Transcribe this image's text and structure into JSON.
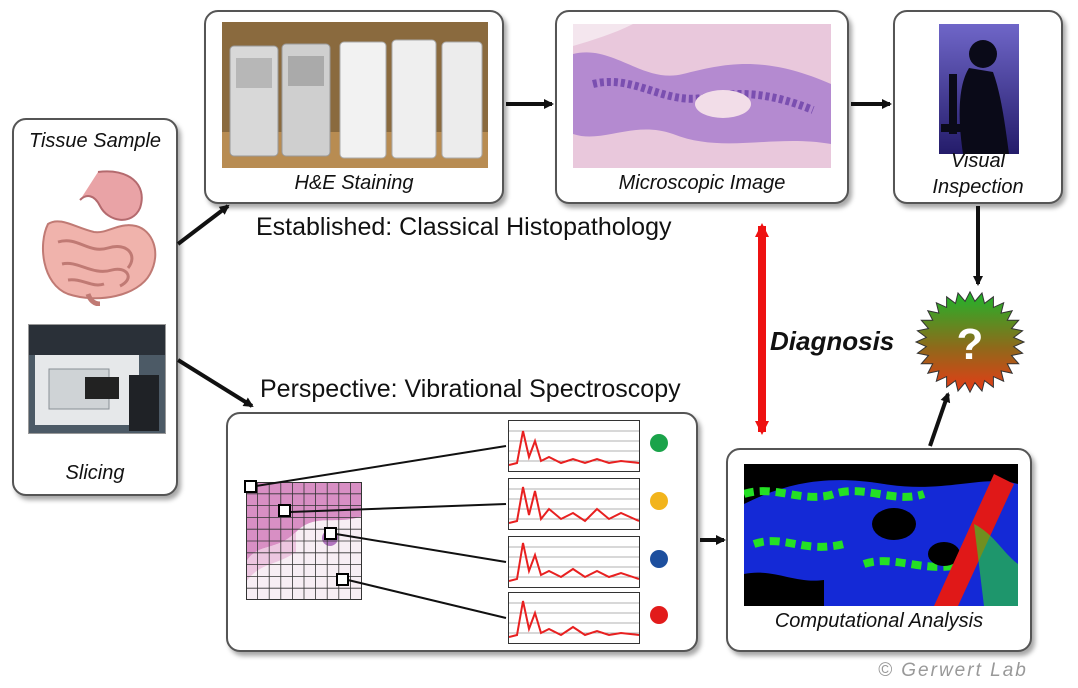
{
  "steps": {
    "tissue_sample": "Tissue Sample",
    "slicing": "Slicing",
    "staining": "H&E Staining",
    "microscopic": "Microscopic Image",
    "visual_line1": "Visual",
    "visual_line2": "Inspection",
    "computational": "Computational Analysis"
  },
  "headings": {
    "established": "Established: Classical Histopathology",
    "perspective": "Perspective: Vibrational Spectroscopy",
    "diagnosis": "Diagnosis"
  },
  "diagnosis_symbol": "?",
  "credit": "© Gerwert Lab",
  "colors": {
    "arrow": "#111111",
    "double_arrow": "#ee1111",
    "spectrum_line": "#e82020",
    "class_dots": [
      "#1aa34a",
      "#f2b41c",
      "#1d4f9e",
      "#e21b1b"
    ]
  }
}
